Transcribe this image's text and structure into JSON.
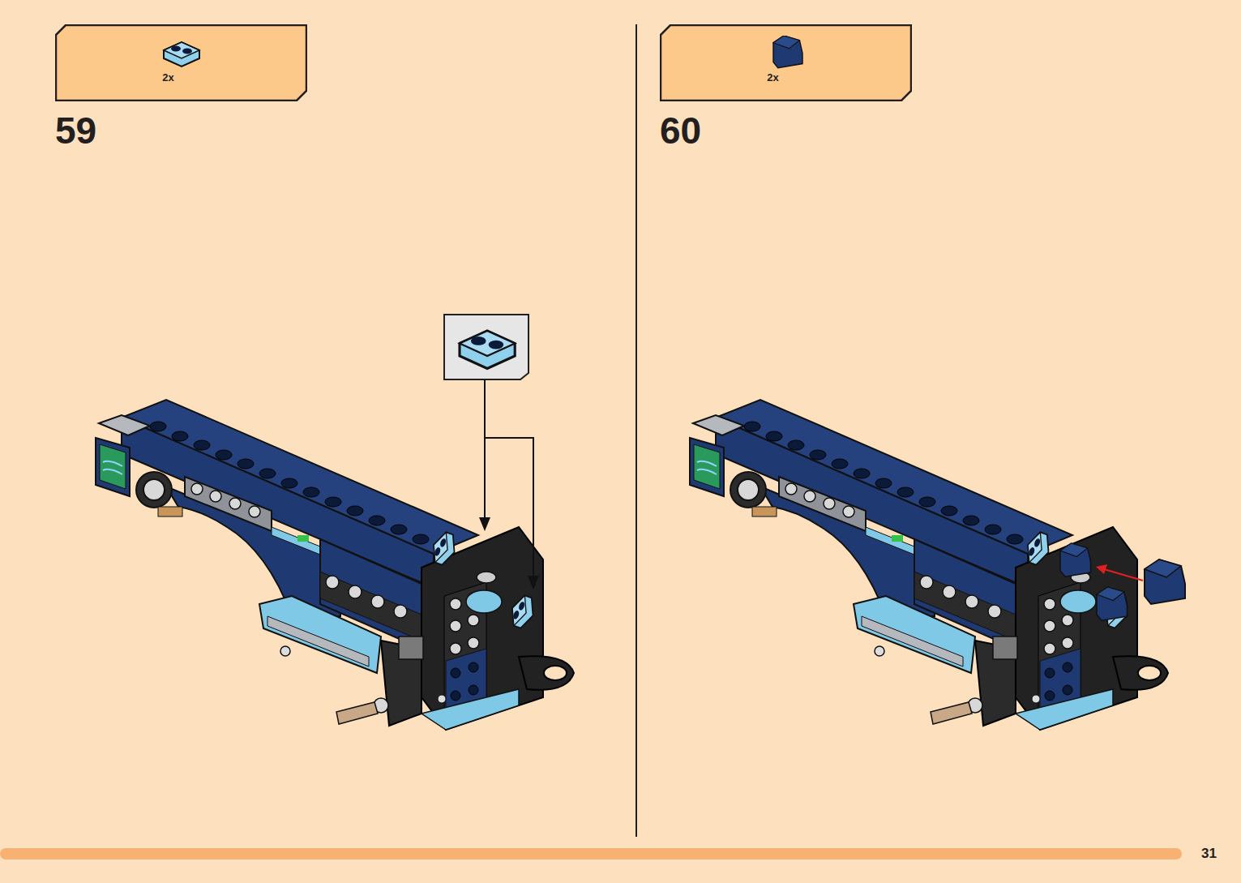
{
  "diagram": {
    "nodes": [
      {
        "text": [
          "2x"
        ]
      },
      {
        "text": [
          "2x"
        ]
      }
    ],
    "labels": [
      "59",
      "60",
      "31"
    ]
  }
}
